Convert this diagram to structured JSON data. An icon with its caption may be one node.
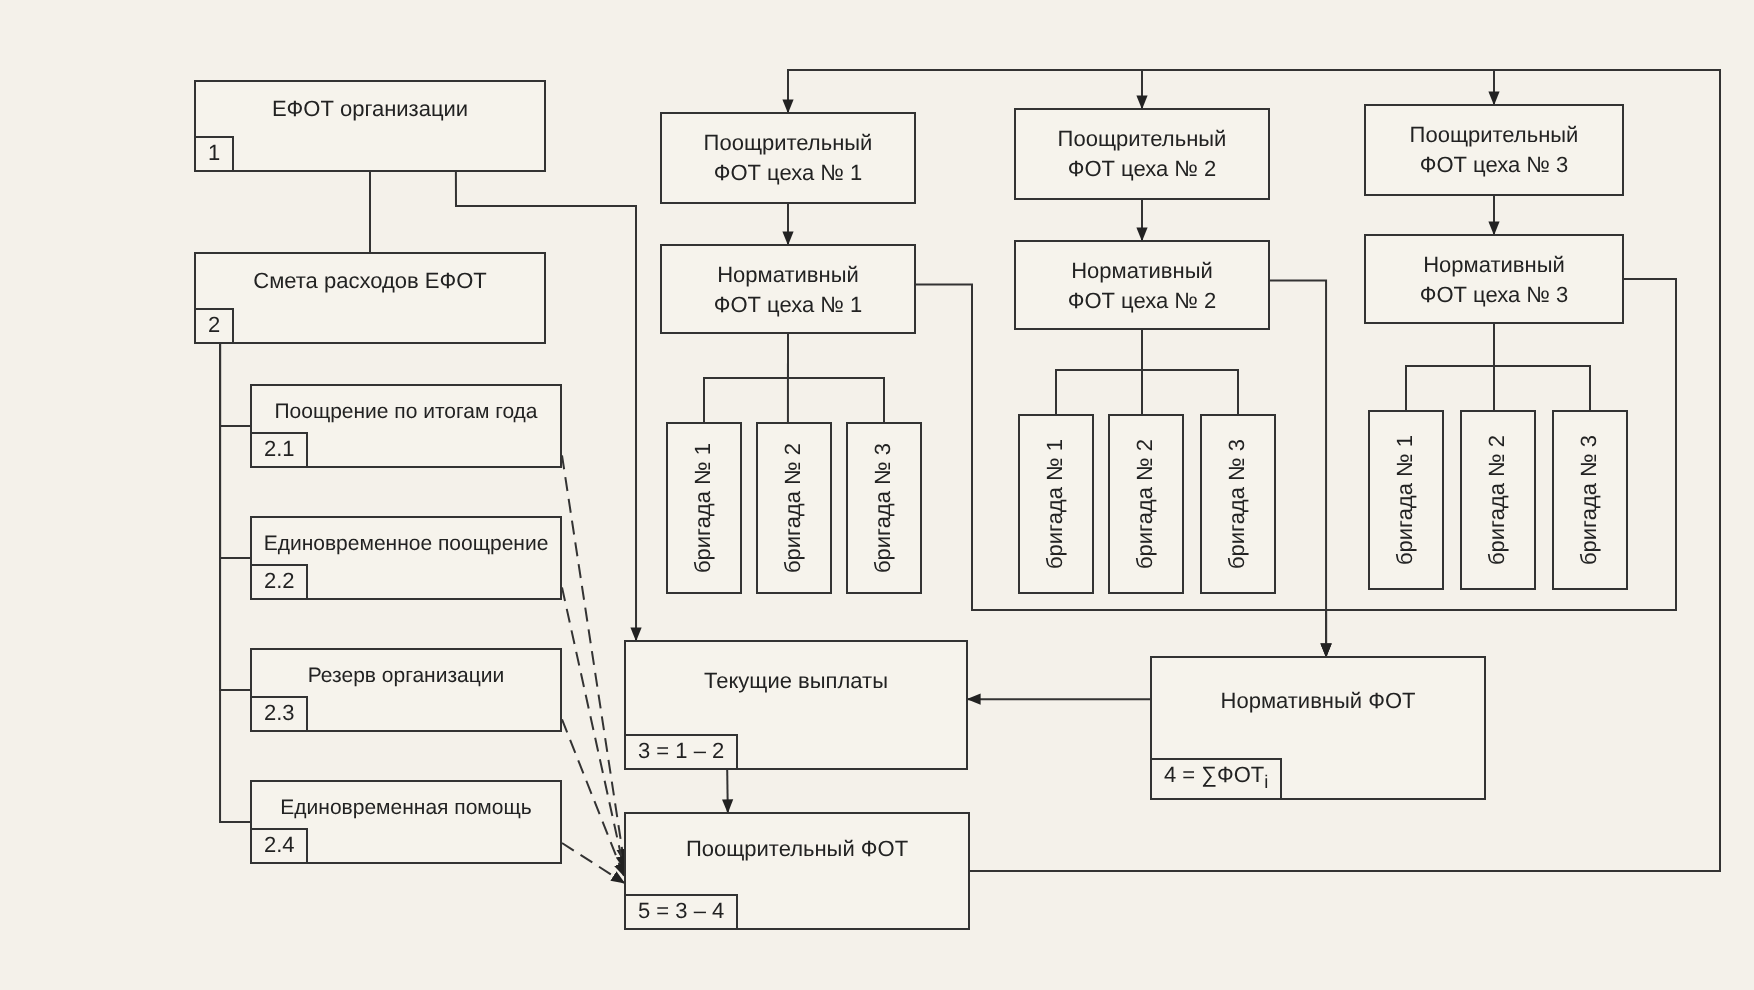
{
  "diagram": {
    "nodes": [
      {
        "text": [
          "ЕФОТ организации",
          "1"
        ]
      },
      {
        "text": [
          "Смета расходов ЕФОТ",
          "2"
        ]
      },
      {
        "text": [
          "Поощрение по итогам года",
          "2.1"
        ]
      },
      {
        "text": [
          "Единовременное поощрение",
          "2.2"
        ]
      },
      {
        "text": [
          "Резерв организации",
          "2.3"
        ]
      },
      {
        "text": [
          "Единовременная помощь",
          "2.4"
        ]
      },
      {
        "text": [
          "Поощрительный ФОТ цеха № 1"
        ]
      },
      {
        "text": [
          "Нормативный ФОТ цеха № 1"
        ]
      },
      {
        "text": [
          "бригада № 1"
        ]
      },
      {
        "text": [
          "бригада № 2"
        ]
      },
      {
        "text": [
          "бригада № 3"
        ]
      },
      {
        "text": [
          "Поощрительный ФОТ цеха № 2"
        ]
      },
      {
        "text": [
          "Нормативный ФОТ цеха № 2"
        ]
      },
      {
        "text": [
          "бригада № 1"
        ]
      },
      {
        "text": [
          "бригада № 2"
        ]
      },
      {
        "text": [
          "бригада № 3"
        ]
      },
      {
        "text": [
          "Поощрительный ФОТ цеха № 3"
        ]
      },
      {
        "text": [
          "Нормативный ФОТ цеха № 3"
        ]
      },
      {
        "text": [
          "бригада № 1"
        ]
      },
      {
        "text": [
          "бригада № 2"
        ]
      },
      {
        "text": [
          "бригада № 3"
        ]
      },
      {
        "text": [
          "Текущие выплаты",
          "3 = 1 – 2"
        ]
      },
      {
        "text": [
          "Нормативный ФОТ",
          "4 = ∑ФОТ$_{i}$"
        ]
      },
      {
        "text": [
          "Поощрительный ФОТ",
          "5 = 3 – 4"
        ]
      }
    ],
    "edges": [
      {
        "from": 0,
        "to": 1,
        "arrow": "none"
      },
      {
        "from": 1,
        "to": 2,
        "arrow": "none"
      },
      {
        "from": 1,
        "to": 3,
        "arrow": "none"
      },
      {
        "from": 1,
        "to": 4,
        "arrow": "none"
      },
      {
        "from": 1,
        "to": 5,
        "arrow": "none"
      },
      {
        "from": 0,
        "to": 21,
        "arrow": "to"
      },
      {
        "from": 2,
        "to": 23,
        "arrow": "to",
        "style": "dashed"
      },
      {
        "from": 3,
        "to": 23,
        "arrow": "to",
        "style": "dashed"
      },
      {
        "from": 4,
        "to": 23,
        "arrow": "to",
        "style": "dashed"
      },
      {
        "from": 5,
        "to": 23,
        "arrow": "to",
        "style": "dashed"
      },
      {
        "from": 6,
        "to": 7,
        "arrow": "to"
      },
      {
        "from": 7,
        "to": 8,
        "arrow": "none"
      },
      {
        "from": 7,
        "to": 9,
        "arrow": "none"
      },
      {
        "from": 7,
        "to": 10,
        "arrow": "none"
      },
      {
        "from": 11,
        "to": 12,
        "arrow": "to"
      },
      {
        "from": 12,
        "to": 13,
        "arrow": "none"
      },
      {
        "from": 12,
        "to": 14,
        "arrow": "none"
      },
      {
        "from": 12,
        "to": 15,
        "arrow": "none"
      },
      {
        "from": 16,
        "to": 17,
        "arrow": "to"
      },
      {
        "from": 17,
        "to": 18,
        "arrow": "none"
      },
      {
        "from": 17,
        "to": 19,
        "arrow": "none"
      },
      {
        "from": 17,
        "to": 20,
        "arrow": "none"
      },
      {
        "from": 23,
        "to": 6,
        "arrow": "to"
      },
      {
        "from": 23,
        "to": 11,
        "arrow": "to"
      },
      {
        "from": 23,
        "to": 16,
        "arrow": "to"
      },
      {
        "from": 7,
        "to": 22,
        "arrow": "to"
      },
      {
        "from": 12,
        "to": 22,
        "arrow": "to"
      },
      {
        "from": 17,
        "to": 22,
        "arrow": "to"
      },
      {
        "from": 22,
        "to": 21,
        "arrow": "to"
      },
      {
        "from": 21,
        "to": 23,
        "arrow": "to"
      }
    ]
  }
}
